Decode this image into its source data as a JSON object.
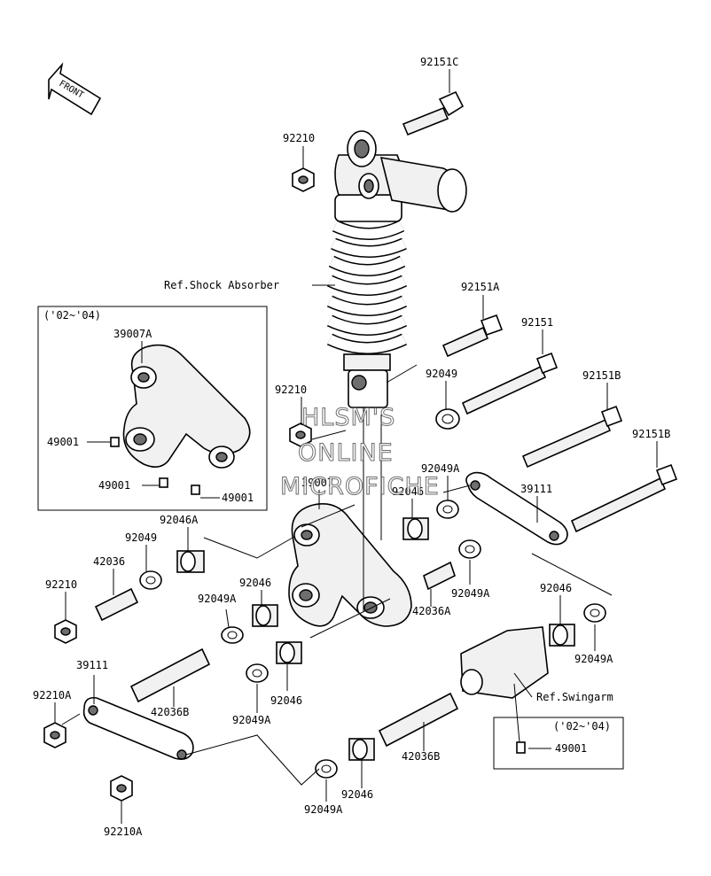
{
  "front_arrow_label": "FRONT",
  "ref_labels": {
    "shock_absorber": "Ref.Shock Absorber",
    "swingarm": "Ref.Swingarm"
  },
  "inset_boxes": {
    "upper_left_year": "('02~'04)",
    "lower_right_year": "('02~'04)"
  },
  "watermark": [
    "HLSM'S",
    "ONLINE",
    "MICROFICHE"
  ],
  "part_labels": {
    "p92151C": "92151C",
    "p92210_top": "92210",
    "p92151A": "92151A",
    "p92151": "92151",
    "p92151B_top": "92151B",
    "p92151B_right": "92151B",
    "p92049_mid": "92049",
    "p92210_mid": "92210",
    "p39007A": "39007A",
    "p49001_left": "49001",
    "p49001_bottom": "49001",
    "p49001_right": "49001",
    "p39007": "39007",
    "p92046_top": "92046",
    "p92049A_top": "92049A",
    "p39111_right": "39111",
    "p92046A": "92046A",
    "p92049_left": "92049",
    "p42036": "42036",
    "p92210_left": "92210",
    "p92049A_mid": "92049A",
    "p92046_mid": "92046",
    "p42036A": "42036A",
    "p92046_right": "92046",
    "p92049A_right": "92049A",
    "p92049A_lower": "92049A",
    "p92046_lower": "92046",
    "p42036B_left": "42036B",
    "p39111_left": "39111",
    "p92210A_left": "92210A",
    "p92210A_bottom": "92210A",
    "p49001_box": "49001",
    "p42036B_right": "42036B",
    "p92046_bottom": "92046",
    "p92049A_bottom": "92049A"
  }
}
